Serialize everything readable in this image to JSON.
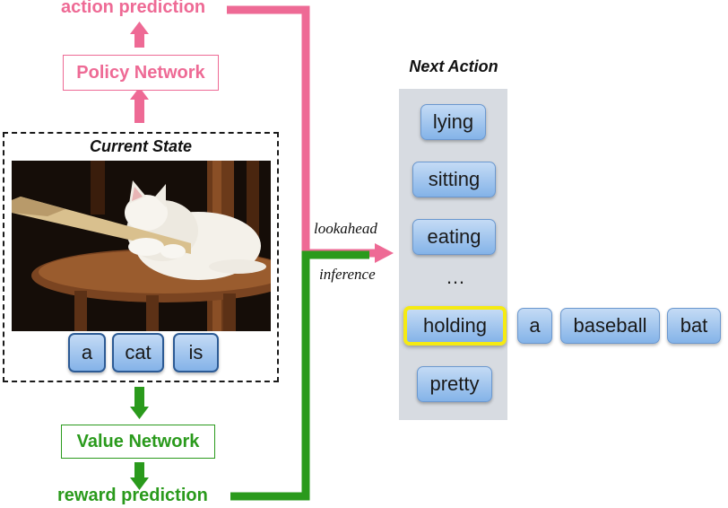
{
  "labels": {
    "action_prediction": "action prediction",
    "policy_network": "Policy Network",
    "current_state": "Current State",
    "value_network": "Value Network",
    "reward_prediction": "reward prediction",
    "next_action": "Next Action",
    "lookahead": "lookahead",
    "inference": "inference",
    "ellipsis": "…"
  },
  "state_words": [
    "a",
    "cat",
    "is"
  ],
  "next_action_words": [
    "lying",
    "sitting",
    "eating",
    "holding",
    "pretty"
  ],
  "selected_action": "holding",
  "continuation_words": [
    "a",
    "baseball",
    "bat"
  ],
  "colors": {
    "policy": "#ee6a95",
    "value": "#2a9a1c",
    "highlight": "#f5ea12",
    "panel": "#d7dbe1"
  },
  "image": {
    "subject": "white cat holding a baseball bat on a wooden chair"
  }
}
